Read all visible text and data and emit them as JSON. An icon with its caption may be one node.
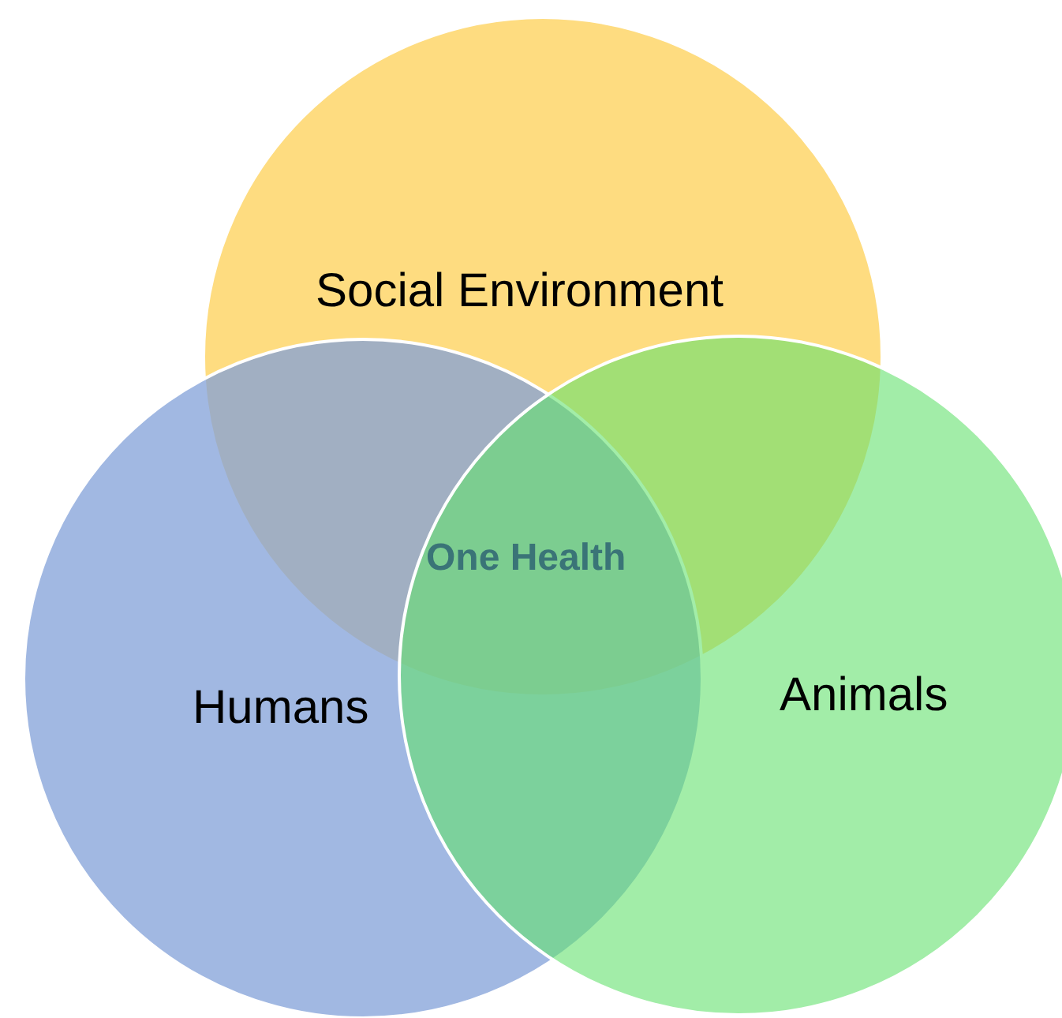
{
  "diagram": {
    "nodes": [
      {
        "text": [
          "Social Environment"
        ]
      },
      {
        "text": [
          "Humans"
        ]
      },
      {
        "text": [
          "Animals"
        ]
      }
    ],
    "labels": [
      "One Health"
    ]
  }
}
